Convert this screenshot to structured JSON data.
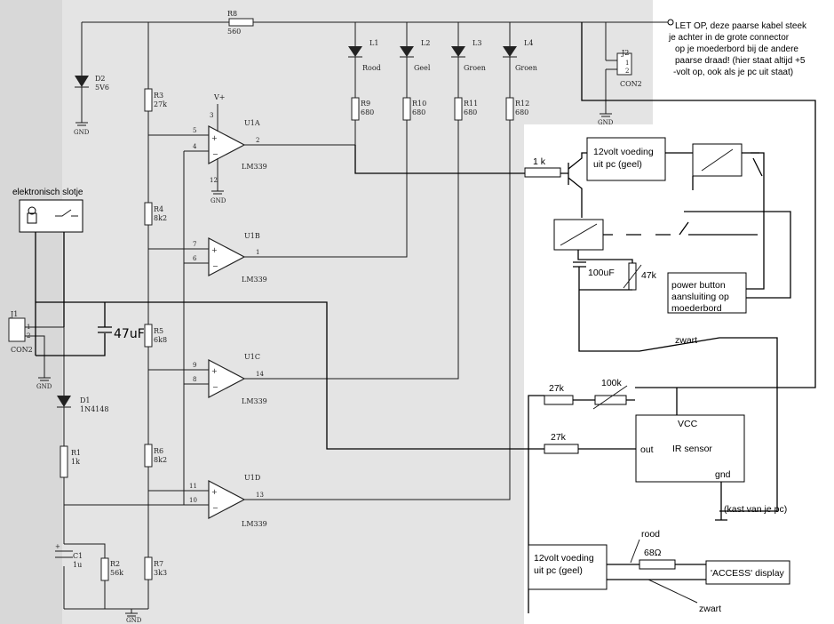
{
  "printed": {
    "refs": {
      "r8": "R8",
      "r3": "R3",
      "r4": "R4",
      "r5": "R5",
      "r6": "R6",
      "r7": "R7",
      "r1": "R1",
      "r2": "R2",
      "r9": "R9",
      "r10": "R10",
      "r11": "R11",
      "r12": "R12",
      "d1": "D1",
      "d2": "D2",
      "c1": "C1",
      "j1": "J1",
      "j2": "J2",
      "l1": "L1",
      "l2": "L2",
      "l3": "L3",
      "l4": "L4",
      "u1a": "U1A",
      "u1b": "U1B",
      "u1c": "U1C",
      "u1d": "U1D"
    },
    "values": {
      "r8": "560",
      "r3": "27k",
      "r4": "8k2",
      "r5": "6k8",
      "r6": "8k2",
      "r7": "3k3",
      "r1": "1k",
      "r2": "56k",
      "r9": "680",
      "r10": "680",
      "r11": "680",
      "r12": "680",
      "d1": "1N4148",
      "d2": "5V6",
      "c1": "1u",
      "con": "CON2",
      "opamp": "LM339"
    },
    "led_colors": {
      "l1": "Rood",
      "l2": "Geel",
      "l3": "Groen",
      "l4": "Groen"
    },
    "pins": {
      "a_plus": "5",
      "a_minus": "4",
      "a_out": "2",
      "a_vcc": "3",
      "a_gnd": "12",
      "b_plus": "7",
      "b_minus": "6",
      "b_out": "1",
      "c_plus": "9",
      "c_minus": "8",
      "c_out": "14",
      "d_plus": "11",
      "d_minus": "10",
      "d_out": "13",
      "j1_1": "1",
      "j1_2": "2",
      "j2_1": "1",
      "j2_2": "2"
    },
    "supply": {
      "vplus": "V+",
      "gnd": "GND"
    }
  },
  "hand_label": "47uF",
  "added": {
    "warning_note": [
      "LET OP, deze paarse kabel steek",
      "je achter in de grote connector",
      "op je moederbord bij de andere",
      "paarse draad! (hier staat altijd +5",
      "-volt op, ook als je  pc uit staat)"
    ],
    "slotje": "elektronisch slotje",
    "r_1k": "1 k",
    "psu1": [
      "12volt voeding",
      "uit pc (geel)"
    ],
    "cap_100": "100uF",
    "pot_47": "47k",
    "power_button": [
      "power button",
      "aansluiting op",
      "moederbord"
    ],
    "zwart": "zwart",
    "r_27k_a": "27k",
    "pot_100k": "100k",
    "r_27k_b": "27k",
    "sensor_vcc": "VCC",
    "sensor_name": "IR sensor",
    "sensor_out": "out",
    "sensor_gnd": "gnd",
    "case_gnd": "(kast van je pc)",
    "psu2": [
      "12volt voeding",
      "uit pc (geel)"
    ],
    "rood": "rood",
    "r_68": "68Ω",
    "display": "'ACCESS' display",
    "zwart2": "zwart"
  }
}
